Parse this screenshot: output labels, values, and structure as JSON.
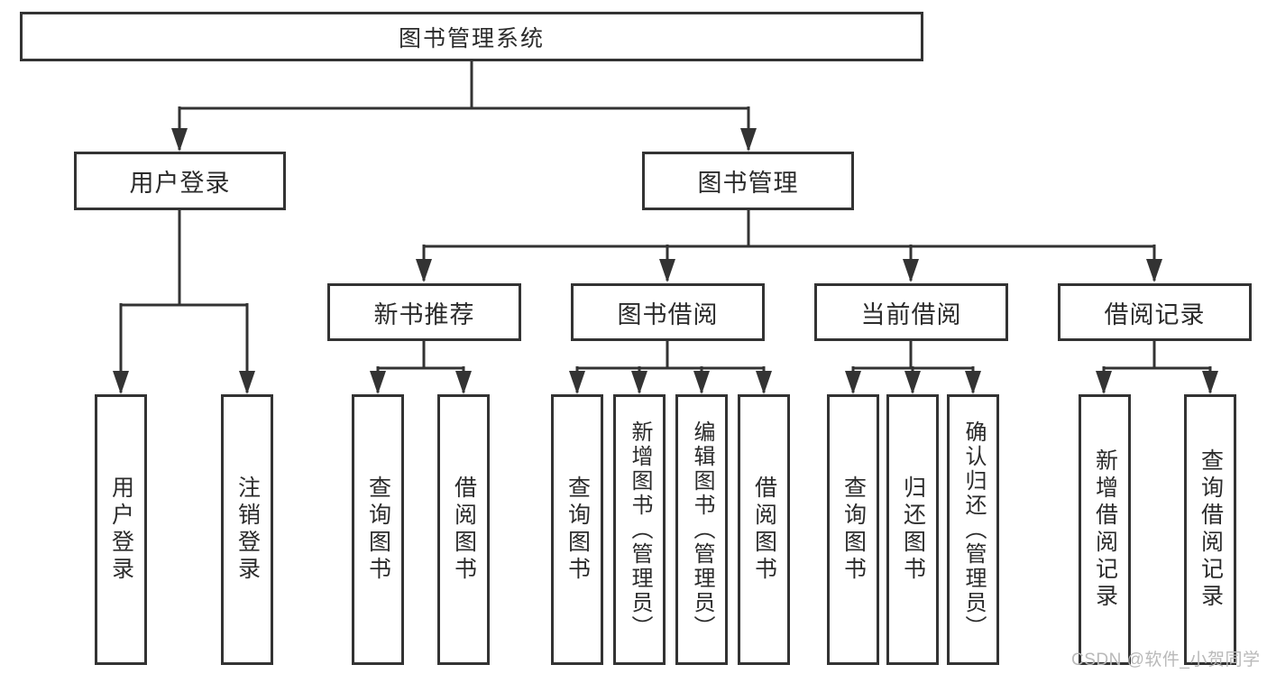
{
  "colors": {
    "line": "#333333",
    "box_border": "#333333",
    "text": "#2b2b2b",
    "background": "#ffffff",
    "watermark": "#b9b9b9"
  },
  "tree": {
    "root": {
      "label": "图书管理系统"
    },
    "branches": [
      {
        "label": "用户登录",
        "children": [
          {
            "label": "用户登录"
          },
          {
            "label": "注销登录"
          }
        ]
      },
      {
        "label": "图书管理",
        "children": [
          {
            "label": "新书推荐",
            "children": [
              {
                "label": "查询图书"
              },
              {
                "label": "借阅图书"
              }
            ]
          },
          {
            "label": "图书借阅",
            "children": [
              {
                "label": "查询图书"
              },
              {
                "label": "新增图书（管理员）"
              },
              {
                "label": "编辑图书（管理员）"
              },
              {
                "label": "借阅图书"
              }
            ]
          },
          {
            "label": "当前借阅",
            "children": [
              {
                "label": "查询图书"
              },
              {
                "label": "归还图书"
              },
              {
                "label": "确认归还（管理员）"
              }
            ]
          },
          {
            "label": "借阅记录",
            "children": [
              {
                "label": "新增借阅记录"
              },
              {
                "label": "查询借阅记录"
              }
            ]
          }
        ]
      }
    ]
  },
  "watermark": {
    "text": "CSDN @软件_小贺同学"
  }
}
